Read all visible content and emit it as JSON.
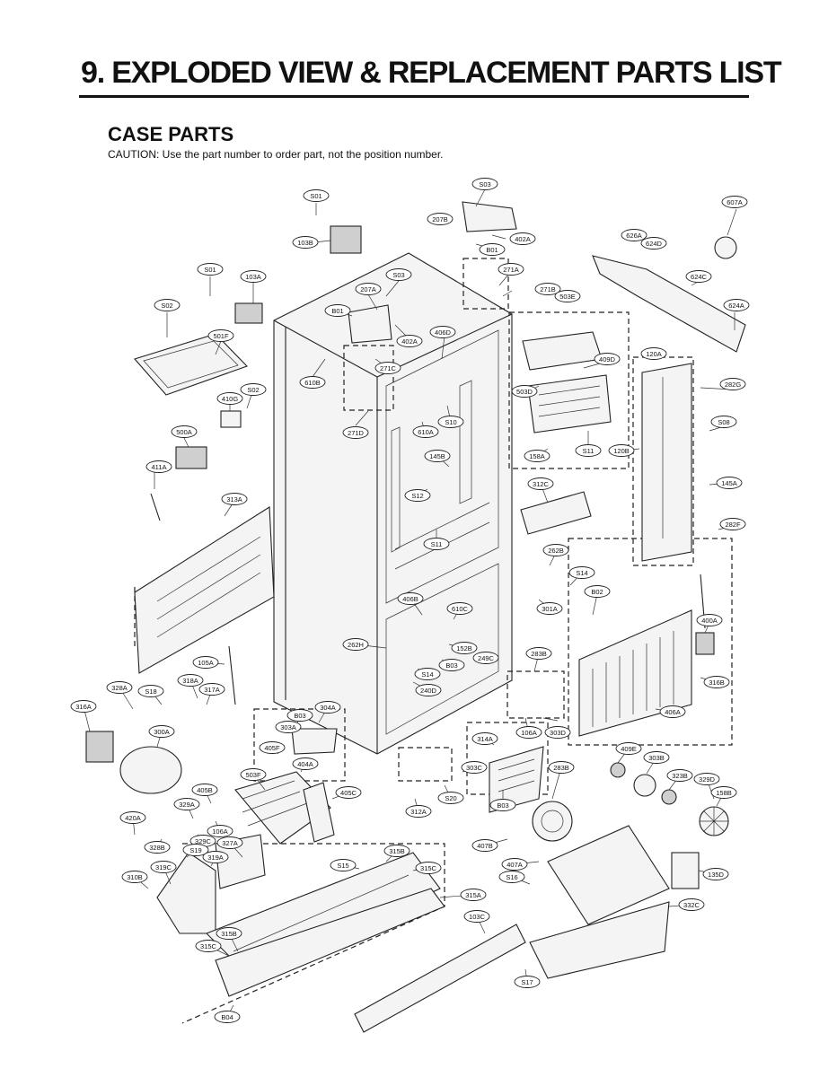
{
  "header": {
    "title": "9. EXPLODED VIEW & REPLACEMENT PARTS LIST",
    "section": "CASE PARTS",
    "caution": "CAUTION: Use the part number to order part, not the position number."
  },
  "callouts": [
    "S01",
    "S03",
    "607A",
    "207B",
    "103B",
    "402A",
    "B01",
    "626A",
    "624D",
    "S01",
    "103A",
    "S03",
    "207A",
    "271A",
    "271B",
    "624C",
    "S02",
    "B01",
    "503E",
    "624A",
    "406D",
    "402A",
    "501F",
    "120A",
    "409D",
    "610B",
    "271C",
    "S02",
    "410G",
    "503D",
    "282G",
    "271D",
    "S10",
    "610A",
    "S08",
    "500A",
    "120B",
    "S11",
    "145B",
    "411A",
    "158A",
    "145A",
    "312C",
    "S12",
    "313A",
    "282F",
    "S11",
    "262B",
    "S14",
    "301A",
    "B02",
    "406B",
    "610C",
    "400A",
    "262H",
    "152B",
    "105A",
    "249C",
    "B03",
    "283B",
    "318A",
    "328A",
    "S18",
    "S14",
    "317A",
    "240D",
    "316B",
    "316A",
    "406A",
    "304A",
    "B03",
    "303A",
    "303D",
    "106A",
    "300A",
    "314A",
    "409E",
    "405F",
    "303B",
    "404A",
    "303C",
    "283B",
    "503F",
    "323B",
    "405C",
    "329D",
    "405B",
    "S20",
    "B03",
    "158B",
    "329A",
    "420A",
    "312A",
    "106A",
    "329C",
    "328B",
    "327A",
    "315B",
    "S19",
    "407B",
    "319A",
    "S15",
    "315C",
    "135D",
    "310B",
    "319C",
    "407A",
    "S16",
    "315A",
    "332C",
    "103C",
    "315B",
    "315C",
    "S17",
    "B04"
  ]
}
